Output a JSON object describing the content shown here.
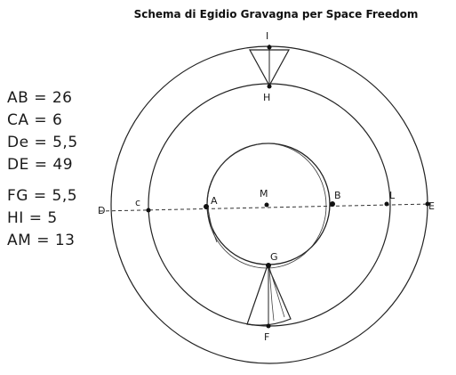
{
  "title": "Schema di Egidio Gravagna per Space Freedom",
  "measurements": [
    {
      "label": "AB = 26"
    },
    {
      "label": "CA = 6"
    },
    {
      "label": "De = 5,5"
    },
    {
      "label": "DE = 49"
    },
    {
      "label": "FG = 5,5"
    },
    {
      "label": "HI = 5"
    },
    {
      "label": "AM = 13"
    }
  ],
  "points": {
    "A": "A",
    "B": "B",
    "c": "c",
    "D": "D",
    "E": "E",
    "F": "F",
    "G": "G",
    "H": "H",
    "I": "I",
    "L": "L",
    "M": "M"
  }
}
